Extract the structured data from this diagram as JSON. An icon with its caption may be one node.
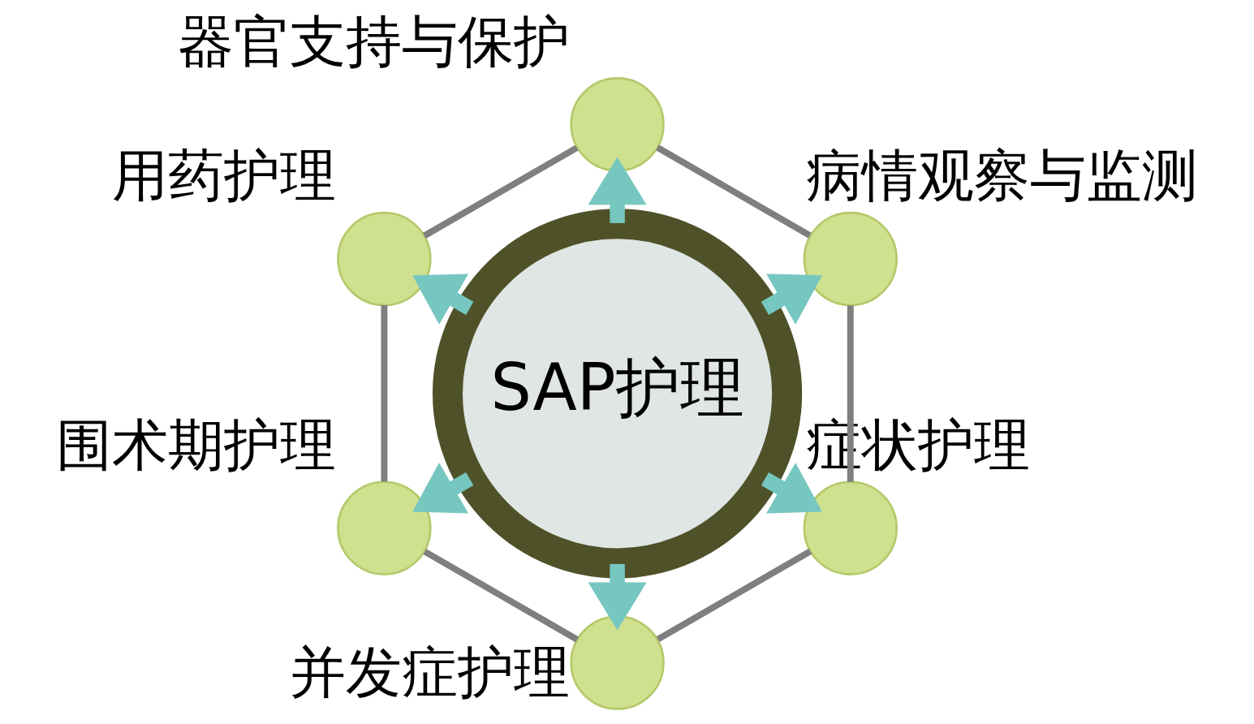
{
  "diagram": {
    "nodes": [
      {
        "text": [
          "SAP护理"
        ]
      },
      {
        "text": [],
        "shape": "circle",
        "beside": [
          "病情观察与监测"
        ]
      },
      {
        "text": [],
        "shape": "circle",
        "beside": [
          "器官支持与保护"
        ]
      },
      {
        "text": [],
        "shape": "circle",
        "beside": [
          "症状护理"
        ]
      },
      {
        "text": [],
        "shape": "circle",
        "beside": [
          "用药护理"
        ]
      },
      {
        "text": [],
        "shape": "circle",
        "beside": [
          "并发症护理"
        ]
      },
      {
        "text": [],
        "shape": "circle",
        "beside": [
          "围术期护理"
        ]
      }
    ],
    "edges": [
      {
        "from": 0,
        "to": 1,
        "arrow": "to",
        "style": "thick",
        "color": "#76c7c0"
      },
      {
        "from": 0,
        "to": 2,
        "arrow": "to",
        "style": "thick",
        "color": "#76c7c0"
      },
      {
        "from": 0,
        "to": 4,
        "arrow": "to",
        "style": "thick",
        "color": "#76c7c0"
      },
      {
        "from": 0,
        "to": 6,
        "arrow": "to",
        "style": "thick",
        "color": "#76c7c0"
      },
      {
        "from": 0,
        "to": 5,
        "arrow": "to",
        "style": "thick",
        "color": "#76c7c0"
      },
      {
        "from": 0,
        "to": 3,
        "arrow": "to",
        "style": "thick",
        "color": "#76c7c0"
      },
      {
        "from": 1,
        "to": 2,
        "arrow": "none",
        "color": "#7f7f7f"
      },
      {
        "from": 2,
        "to": 4,
        "arrow": "none",
        "color": "#7f7f7f"
      },
      {
        "from": 4,
        "to": 6,
        "arrow": "none",
        "color": "#7f7f7f"
      },
      {
        "from": 6,
        "to": 5,
        "arrow": "none",
        "color": "#7f7f7f"
      },
      {
        "from": 5,
        "to": 3,
        "arrow": "none",
        "color": "#7f7f7f"
      },
      {
        "from": 3,
        "to": 1,
        "arrow": "none",
        "color": "#7f7f7f"
      }
    ]
  }
}
